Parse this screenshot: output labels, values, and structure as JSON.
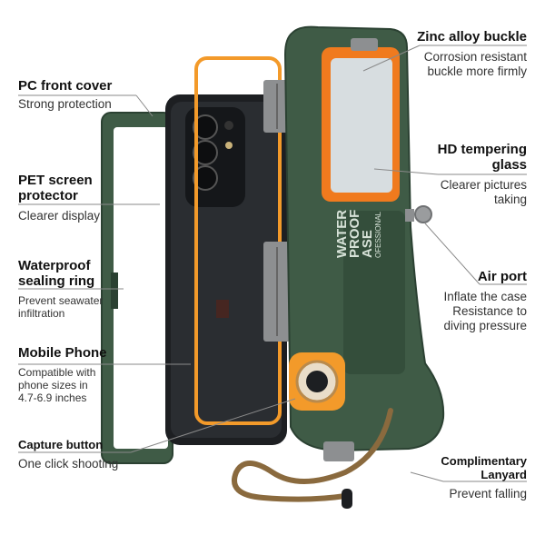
{
  "colors": {
    "case_green": "#3f5b46",
    "case_green_dark": "#2b4132",
    "accent_orange": "#f07a1e",
    "frame_orange": "#f39a2a",
    "metal": "#8d8f91",
    "phone_black": "#1d1f22",
    "lanyard": "#8a6a3e"
  },
  "labels": {
    "pc_front_cover": {
      "title": "PC front cover",
      "desc": "Strong protection"
    },
    "pet_protector": {
      "title_line1": "PET screen",
      "title_line2": "protector",
      "desc": "Clearer display"
    },
    "waterproof_ring": {
      "title_line1": "Waterproof",
      "title_line2": "sealing ring",
      "desc_line1": "Prevent seawater",
      "desc_line2": "infiltration"
    },
    "mobile_phone": {
      "title": "Mobile Phone",
      "desc_line1": "Compatible with",
      "desc_line2": "phone sizes in",
      "desc_line3": "4.7-6.9 inches"
    },
    "capture_button": {
      "title": "Capture button",
      "desc": "One click shooting"
    },
    "zinc_buckle": {
      "title": "Zinc alloy buckle",
      "desc_line1": "Corrosion resistant",
      "desc_line2": "buckle more firmly"
    },
    "hd_glass": {
      "title_line1": "HD tempering",
      "title_line2": "glass",
      "desc_line1": "Clearer pictures",
      "desc_line2": "taking"
    },
    "air_port": {
      "title": "Air port",
      "desc_line1": "Inflate the case",
      "desc_line2": "Resistance to",
      "desc_line3": "diving pressure"
    },
    "lanyard": {
      "title_line1": "Complimentary",
      "title_line2": "Lanyard",
      "desc": "Prevent falling"
    }
  },
  "case_print": {
    "line1": "WATER",
    "line2": "PROOF",
    "line3": "ASE",
    "line4": "OFESSIONAL"
  }
}
